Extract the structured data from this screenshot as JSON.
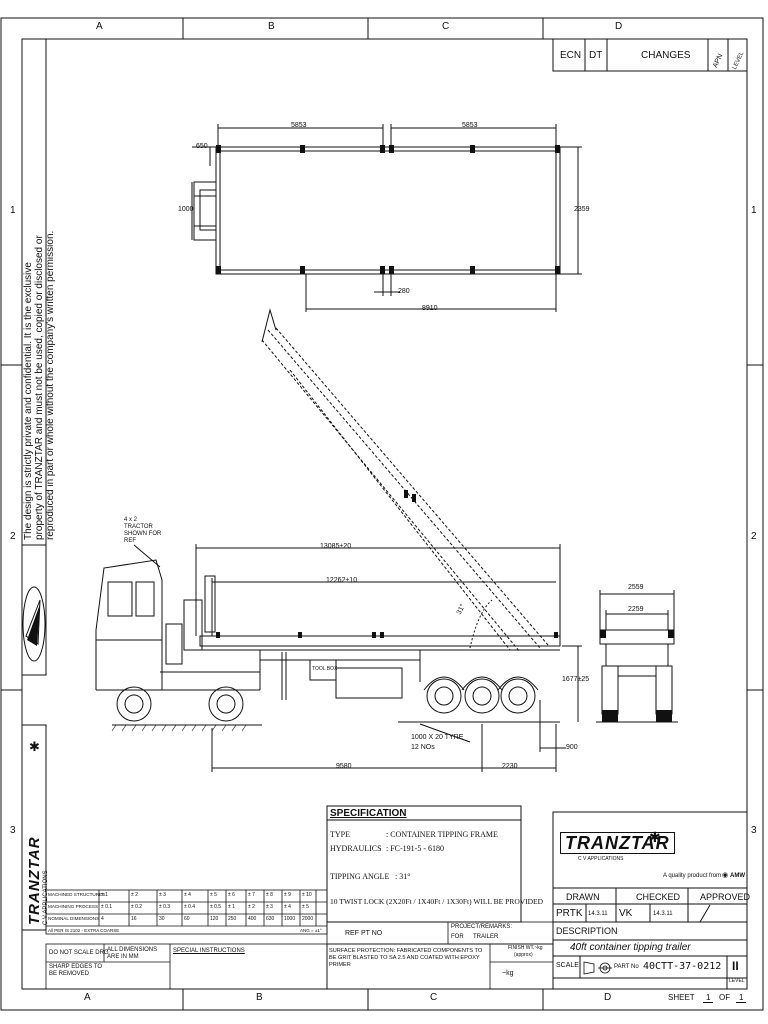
{
  "zones": {
    "columns_top": [
      "A",
      "B",
      "C",
      "D"
    ],
    "columns_bottom": [
      "A",
      "B",
      "C",
      "D"
    ],
    "rows_left": [
      "1",
      "2",
      "3"
    ],
    "rows_right": [
      "1",
      "2",
      "3"
    ]
  },
  "revision_block": {
    "ecn": "ECN",
    "dt": "DT",
    "changes": "CHANGES",
    "apn": "APN",
    "level": "LEVEL"
  },
  "side_text": {
    "confidential_line1": "The design is strictly private and confidential. It is the exclusive",
    "confidential_line2": "property of TRANZTAR and must not be used, copied or disclosed or",
    "confidential_line3": "reproduced in part or whole without the company's written permission.",
    "brand_vertical": "TRANZTAR",
    "brand_vertical_sub": "C V APPLICATIONS"
  },
  "top_view_dims": {
    "left_length": "5853",
    "right_length": "5853",
    "front_overhang": "650",
    "kingpin": "1000",
    "width": "2359",
    "gap": "280",
    "bogie": "8910"
  },
  "side_view_dims": {
    "tractor_note_1": "4 x 2",
    "tractor_note_2": "TRACTOR",
    "tractor_note_3": "SHOWN FOR",
    "tractor_note_4": "REF",
    "overall_length": "13085±20",
    "platform_length": "12262±10",
    "tipping_angle": "31°",
    "tool_box": "TOOL BOX",
    "height": "1677±25",
    "tyre_note_1": "1000 X 20 TYRE",
    "tyre_note_2": "12 NOs",
    "wheelbase": "9580",
    "axle_spread": "2230",
    "rear_overhang": "900"
  },
  "rear_view_dims": {
    "outer_width": "2559",
    "inner_width": "2259"
  },
  "specification": {
    "heading": "SPECIFICATION",
    "rows": [
      {
        "label": "TYPE",
        "value": ": CONTAINER TIPPING FRAME"
      },
      {
        "label": "HYDRAULICS",
        "value": ": FC-191-5 - 6180"
      },
      {
        "label": "TIPPING ANGLE",
        "value": ": 31°"
      }
    ],
    "note": "10 TWIST LOCK (2X20Ft / 1X40Ft / 1X30Ft) WILL BE PROVIDED"
  },
  "tolerance_table": {
    "rows": [
      [
        "MACHINED STRUCTURES",
        "± 1",
        "± 2",
        "± 3",
        "± 4",
        "± 5",
        "± 6",
        "± 7",
        "± 8",
        "± 9",
        "± 10"
      ],
      [
        "MACHINING PROCESS",
        "± 0.1",
        "± 0.2",
        "± 0.3",
        "± 0.4",
        "± 0.5",
        "± 1",
        "± 2",
        "± 3",
        "± 4",
        "± 5"
      ],
      [
        "NOMINAL DIMENSIONS",
        "4",
        "16",
        "30",
        "60",
        "120",
        "250",
        "400",
        "630",
        "1000",
        "2000"
      ]
    ],
    "footer_left": "All PER IS 2102 - EXTRA COARSE",
    "footer_right": "ANG = ±1°"
  },
  "notes": {
    "do_not_scale": "DO NOT SCALE DRG",
    "dims_in_mm": "ALL DIMENSIONS ARE IN MM",
    "special_instructions": "SPECIAL INSTRUCTIONS",
    "sharp_edges": "SHARP EDGES TO BE REMOVED",
    "ref_pt_no": "REF PT NO",
    "project_remarks": "PROJECT/REMARKS:",
    "project_for": "FOR",
    "project_value": "TRAILER",
    "surface_protection": "SURFACE PROTECTION: FABRICATED COMPONENTS TO BE GRIT BLASTED TO SA 2.5 AND COATED WITH EPOXY PRIMER",
    "finish_wt": "FINISH WT.~kg",
    "approx": "(approx)",
    "kg": "~kg"
  },
  "title_block": {
    "logo_text": "TRANZTAR",
    "logo_sub": "C V APPLICATIONS",
    "quality": "A quality product from",
    "amw": "AMW",
    "drawn_label": "DRAWN",
    "checked_label": "CHECKED",
    "approved_label": "APPROVED",
    "drawn_by": "PRTK",
    "drawn_date": "14.3.11",
    "checked_by": "VK",
    "checked_date": "14.3.11",
    "description_label": "DESCRIPTION",
    "description": "40ft container tipping trailer",
    "scale_label": "SCALE",
    "part_no_label": "PART No",
    "part_no": "40CTT-37-0212",
    "level_label": "LEVEL",
    "level_value": "II",
    "sheet_label": "SHEET",
    "sheet_no": "1",
    "of_label": "OF",
    "sheet_total": "1"
  }
}
